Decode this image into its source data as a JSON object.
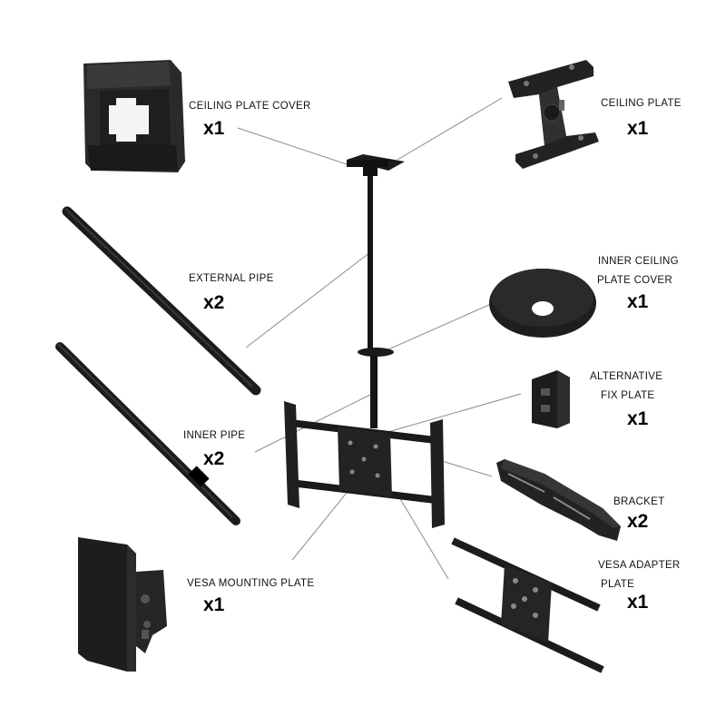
{
  "parts": [
    {
      "id": "ceiling-plate-cover",
      "label": "CEILING PLATE COVER",
      "label2": "",
      "qty": "x1"
    },
    {
      "id": "ceiling-plate",
      "label": "CEILING PLATE",
      "label2": "",
      "qty": "x1"
    },
    {
      "id": "external-pipe",
      "label": "EXTERNAL PIPE",
      "label2": "",
      "qty": "x2"
    },
    {
      "id": "inner-ceiling-plate-cover",
      "label": "INNER CEILING",
      "label2": "PLATE COVER",
      "qty": "x1"
    },
    {
      "id": "alternative-fix-plate",
      "label": "ALTERNATIVE",
      "label2": "FIX PLATE",
      "qty": "x1"
    },
    {
      "id": "inner-pipe",
      "label": "INNER PIPE",
      "label2": "",
      "qty": "x2"
    },
    {
      "id": "bracket",
      "label": "BRACKET",
      "label2": "",
      "qty": "x2"
    },
    {
      "id": "vesa-adapter-plate",
      "label": "VESA ADAPTER",
      "label2": "PLATE",
      "qty": "x1"
    },
    {
      "id": "vesa-mounting-plate",
      "label": "VESA MOUNTING PLATE",
      "label2": "",
      "qty": "x1"
    }
  ],
  "colors": {
    "part": "#1e1e1e",
    "part_dark": "#0d0d0d",
    "part_mid": "#2c2c2c",
    "leader": "#8a8a8a",
    "text": "#111111"
  }
}
